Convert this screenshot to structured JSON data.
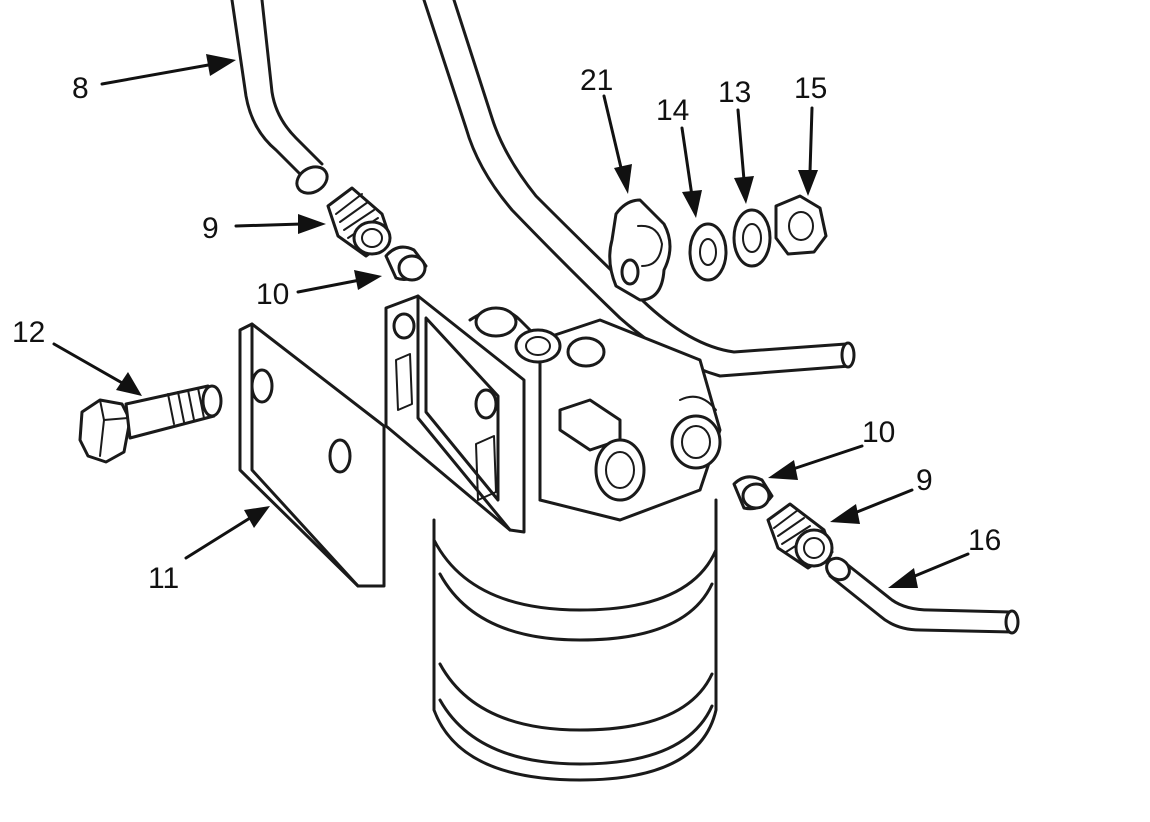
{
  "callouts": [
    {
      "id": "c8",
      "text": "8"
    },
    {
      "id": "c9a",
      "text": "9"
    },
    {
      "id": "c10a",
      "text": "10"
    },
    {
      "id": "c12",
      "text": "12"
    },
    {
      "id": "c11",
      "text": "11"
    },
    {
      "id": "c21",
      "text": "21"
    },
    {
      "id": "c14",
      "text": "14"
    },
    {
      "id": "c13",
      "text": "13"
    },
    {
      "id": "c15",
      "text": "15"
    },
    {
      "id": "c10b",
      "text": "10"
    },
    {
      "id": "c9b",
      "text": "9"
    },
    {
      "id": "c16",
      "text": "16"
    }
  ]
}
